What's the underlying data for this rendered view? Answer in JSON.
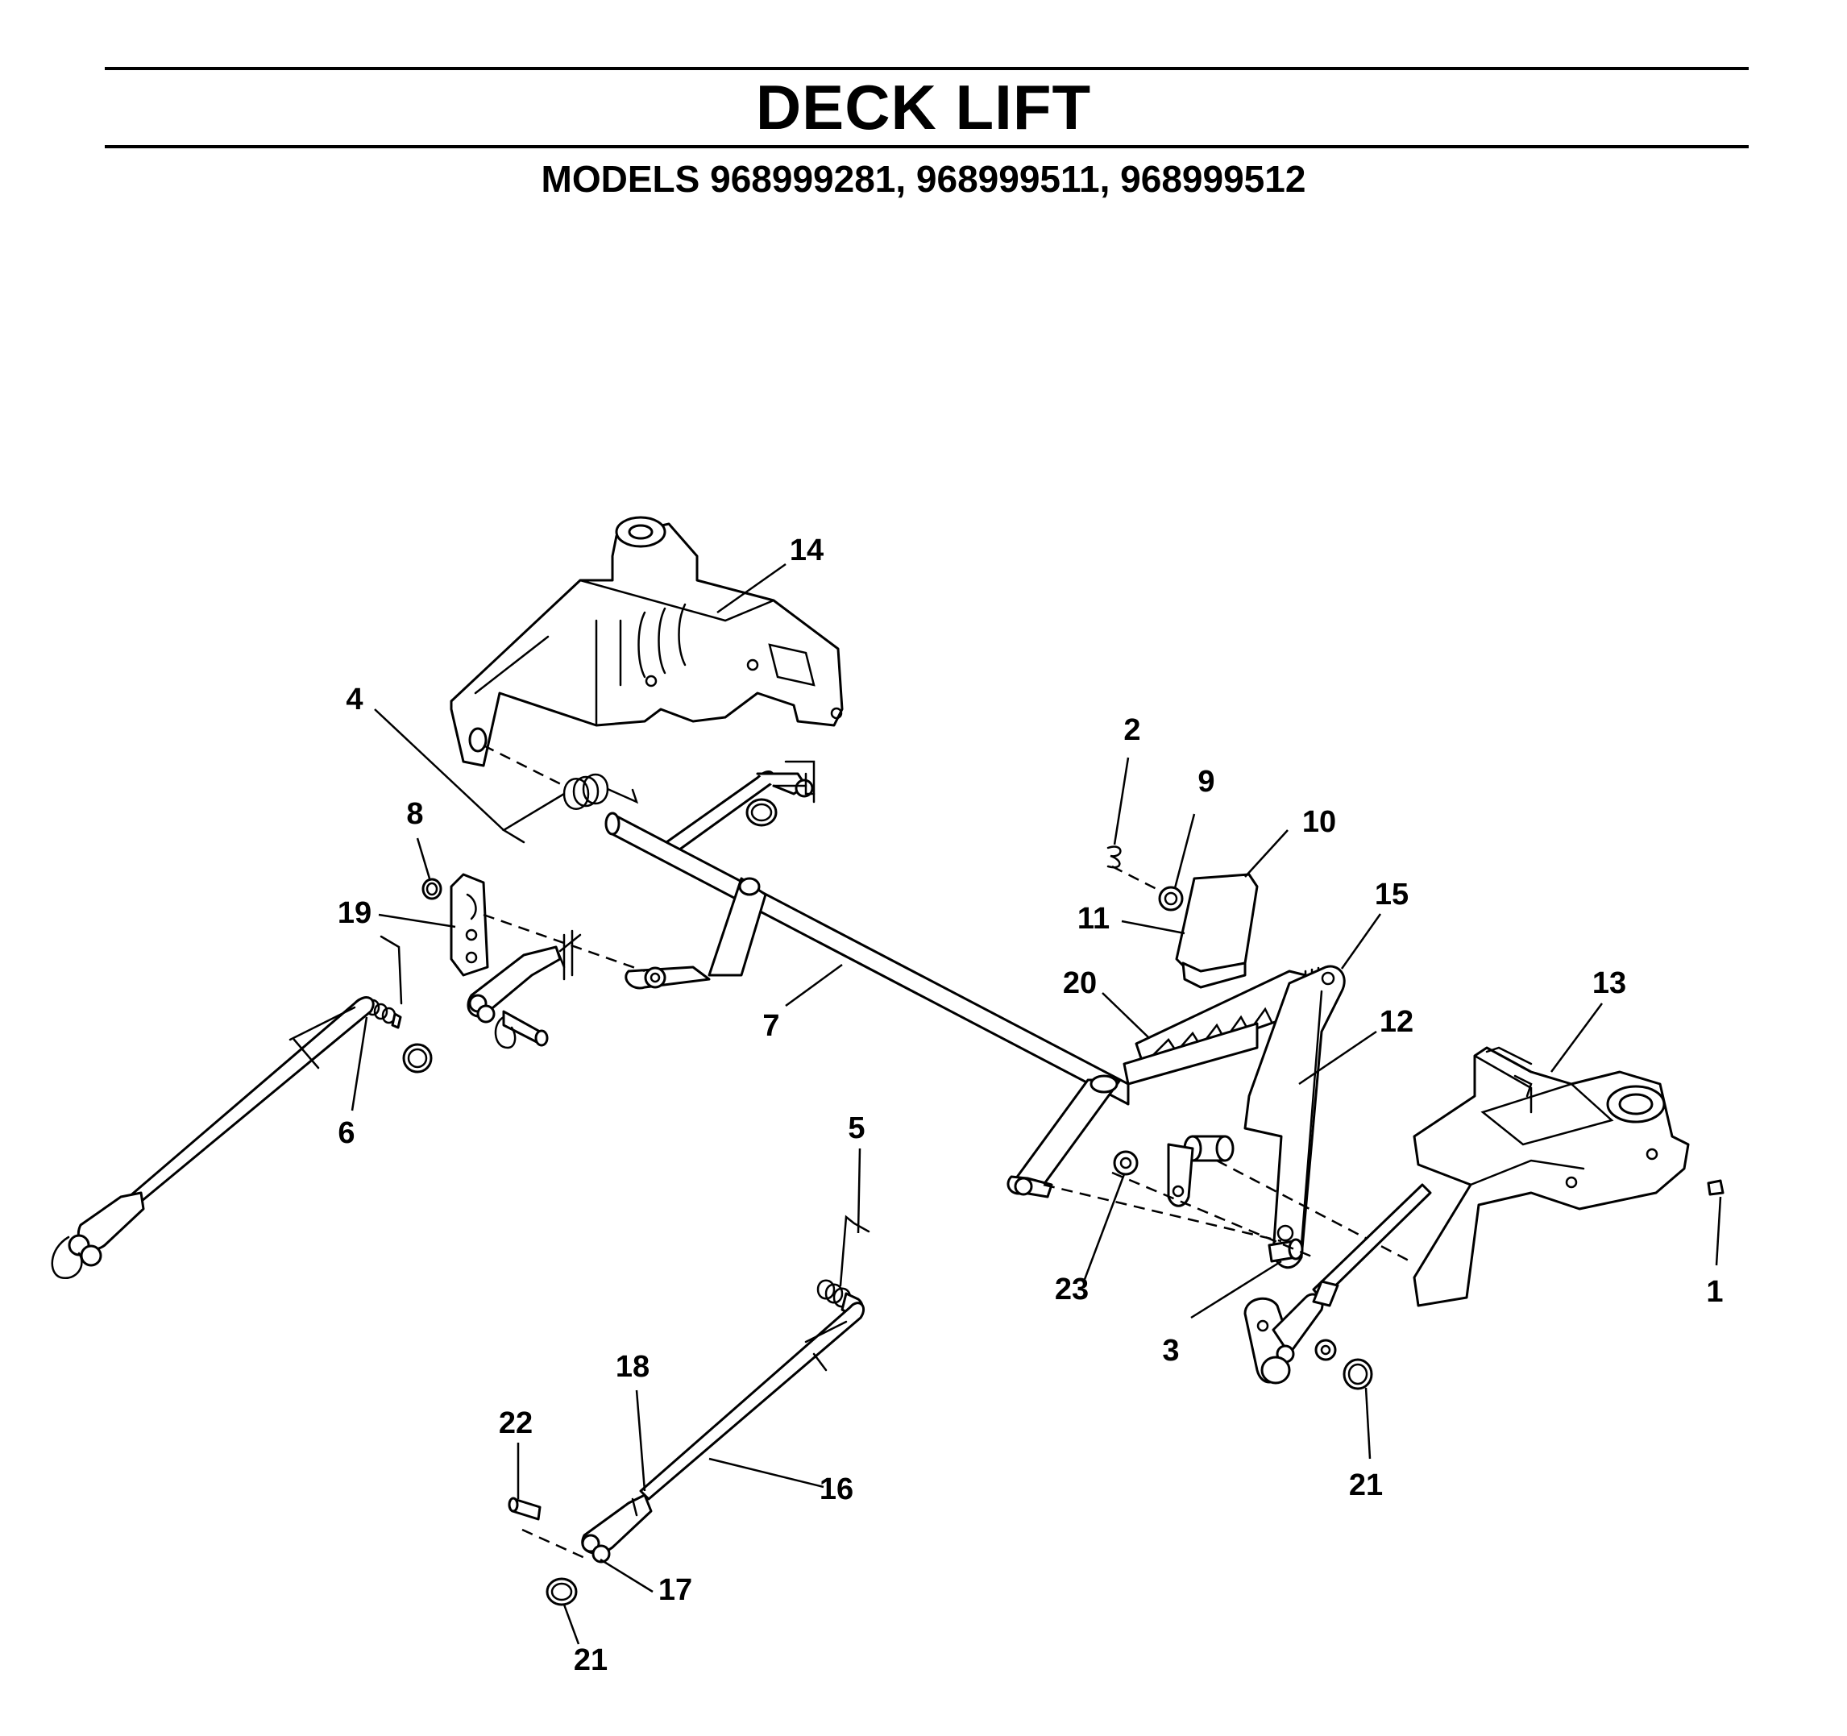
{
  "header": {
    "title": "DECK LIFT",
    "subtitle": "MODELS 968999281, 968999511, 968999512"
  },
  "callouts": {
    "c1": "1",
    "c2": "2",
    "c3": "3",
    "c4": "4",
    "c5": "5",
    "c6": "6",
    "c7": "7",
    "c8": "8",
    "c9": "9",
    "c10": "10",
    "c11": "11",
    "c12": "12",
    "c13": "13",
    "c14": "14",
    "c15": "15",
    "c16": "16",
    "c17": "17",
    "c18": "18",
    "c19": "19",
    "c20": "20",
    "c21a": "21",
    "c21b": "21",
    "c22": "22",
    "c23": "23"
  }
}
